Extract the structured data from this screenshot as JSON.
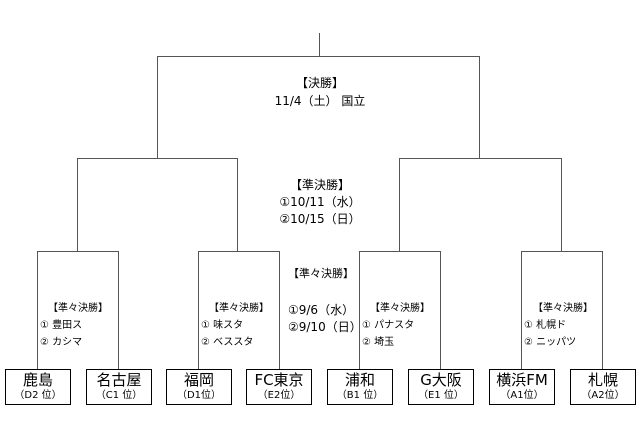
{
  "final": {
    "title": "【決勝】",
    "date": "11/4（土） 国立"
  },
  "semifinal": {
    "title": "【準決勝】",
    "dates": [
      "①10/11（水）",
      "②10/15（日）"
    ]
  },
  "quarterfinal_center": {
    "title": "【準々決勝】",
    "dates": [
      "①9/6（水）",
      "②9/10（日）"
    ]
  },
  "quarterfinals": [
    {
      "title": "【準々決勝】",
      "leg1": "① 豊田ス",
      "leg2": "② カシマ"
    },
    {
      "title": "【準々決勝】",
      "leg1": "① 味スタ",
      "leg2": "② ベススタ"
    },
    {
      "title": "【準々決勝】",
      "leg1": "① パナスタ",
      "leg2": "② 埼玉"
    },
    {
      "title": "【準々決勝】",
      "leg1": "① 札幌ド",
      "leg2": "② ニッパツ"
    }
  ],
  "teams": [
    {
      "name": "鹿島",
      "rank": "（D2 位）"
    },
    {
      "name": "名古屋",
      "rank": "（C1 位）"
    },
    {
      "name": "福岡",
      "rank": "（D1位）"
    },
    {
      "name": "FC東京",
      "rank": "（E2位）"
    },
    {
      "name": "浦和",
      "rank": "（B1 位）"
    },
    {
      "name": "G大阪",
      "rank": "（E1 位）"
    },
    {
      "name": "横浜FM",
      "rank": "（A1位）"
    },
    {
      "name": "札幌",
      "rank": "（A2位）"
    }
  ]
}
